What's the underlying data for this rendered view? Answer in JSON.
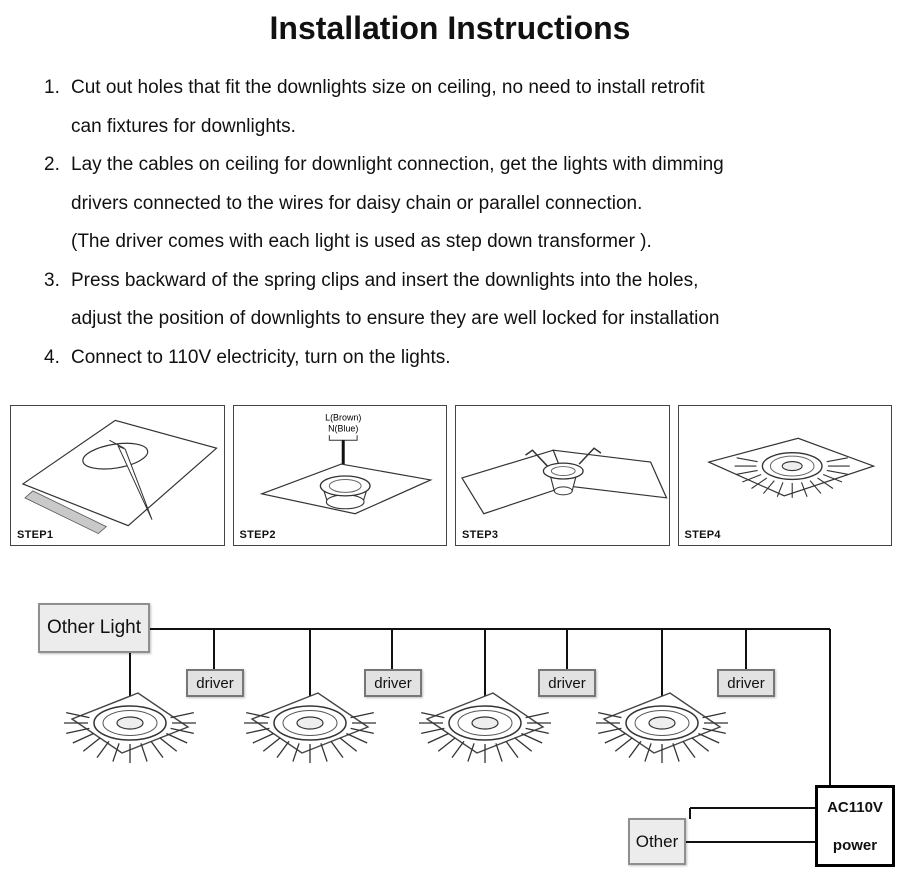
{
  "title": "Installation Instructions",
  "instructions": [
    {
      "num": "1.",
      "lines": [
        "Cut out holes that fit the downlights size on ceiling, no need to install retrofit",
        "can fixtures for downlights."
      ]
    },
    {
      "num": "2.",
      "lines": [
        "Lay the cables on ceiling for downlight connection, get the lights with dimming",
        "drivers connected to the wires for daisy chain or parallel connection.",
        "(The driver comes with each light is used as step down transformer )."
      ]
    },
    {
      "num": "3.",
      "lines": [
        "Press backward of the spring clips and insert the downlights into the holes,",
        "adjust the position of downlights to ensure they are well locked for installation"
      ]
    },
    {
      "num": "4.",
      "lines": [
        "Connect to 110V electricity, turn on the lights."
      ]
    }
  ],
  "steps": [
    {
      "label": "STEP1"
    },
    {
      "label": "STEP2",
      "wire_labels": [
        "L(Brown)",
        "N(Blue)"
      ]
    },
    {
      "label": "STEP3"
    },
    {
      "label": "STEP4"
    }
  ],
  "wiring": {
    "other_light_label": "Other Light",
    "driver_label": "driver",
    "other_label": "Other",
    "power_label_line1": "AC110V",
    "power_label_line2": "power"
  },
  "colors": {
    "text": "#111111",
    "diagram_line": "#333333",
    "box_fill": "#ececec",
    "box_border": "#8f8f8f",
    "wire": "#111111"
  }
}
